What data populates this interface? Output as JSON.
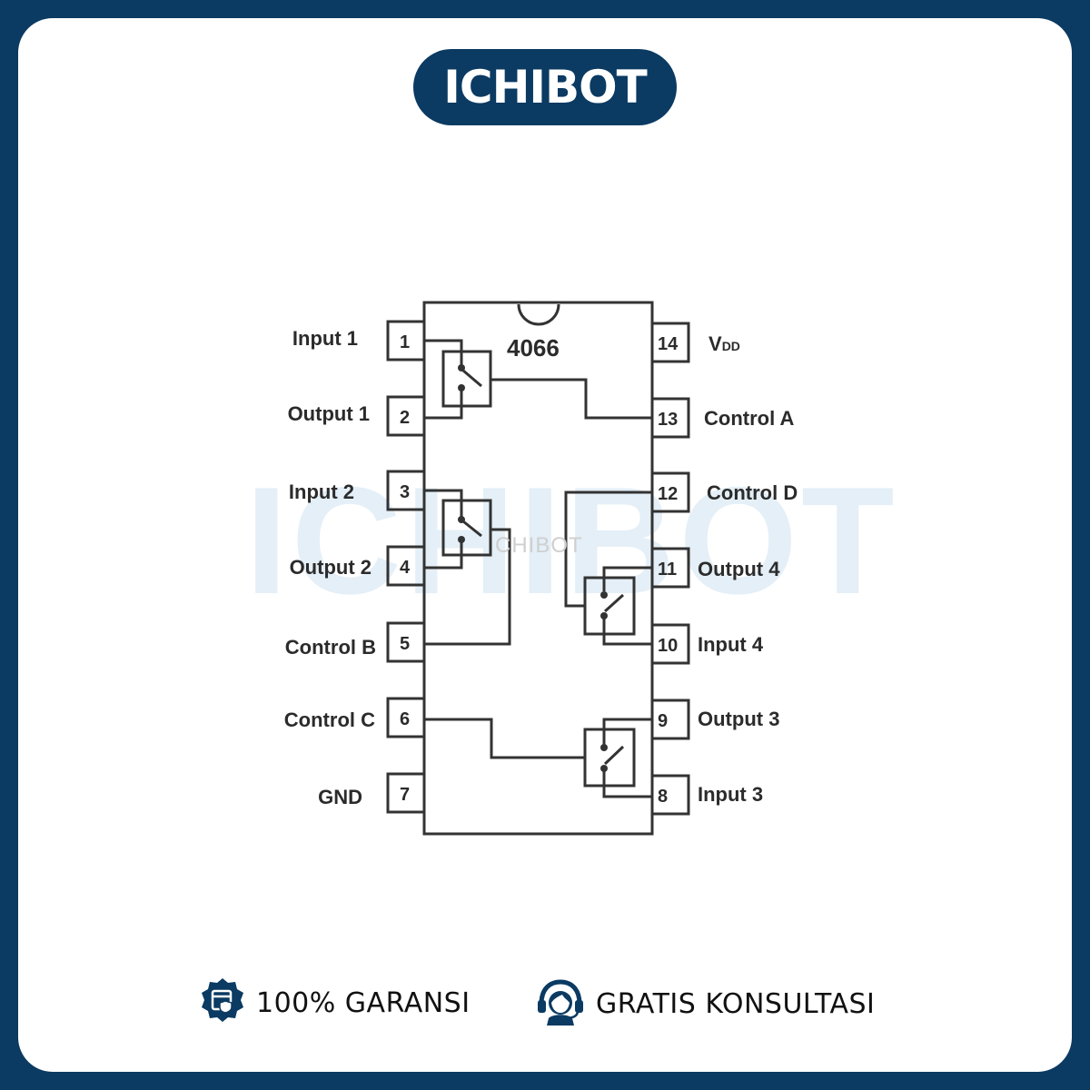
{
  "brand": {
    "name": "ICHIBOT",
    "watermark": "ICHIBOT",
    "small_watermark": "CHIBOT"
  },
  "chip": {
    "name": "4066"
  },
  "pins": [
    {
      "num": "1",
      "label": "Input 1"
    },
    {
      "num": "2",
      "label": "Output 1"
    },
    {
      "num": "3",
      "label": "Input 2"
    },
    {
      "num": "4",
      "label": "Output 2"
    },
    {
      "num": "5",
      "label": "Control B"
    },
    {
      "num": "6",
      "label": "Control C"
    },
    {
      "num": "7",
      "label": "GND"
    },
    {
      "num": "14",
      "label": "V",
      "sub": "DD"
    },
    {
      "num": "13",
      "label": "Control A"
    },
    {
      "num": "12",
      "label": "Control D"
    },
    {
      "num": "11",
      "label": "Output 4"
    },
    {
      "num": "10",
      "label": "Input 4"
    },
    {
      "num": "9",
      "label": "Output 3"
    },
    {
      "num": "8",
      "label": "Input 3"
    }
  ],
  "footer": {
    "guarantee": "100% GARANSI",
    "consult": "GRATIS KONSULTASI"
  },
  "colors": {
    "brand": "#0b3a62",
    "watermark": "#dbeaf5",
    "ink": "#2b2b2b"
  },
  "icons": [
    "shield-calendar-icon",
    "headset-support-icon"
  ]
}
